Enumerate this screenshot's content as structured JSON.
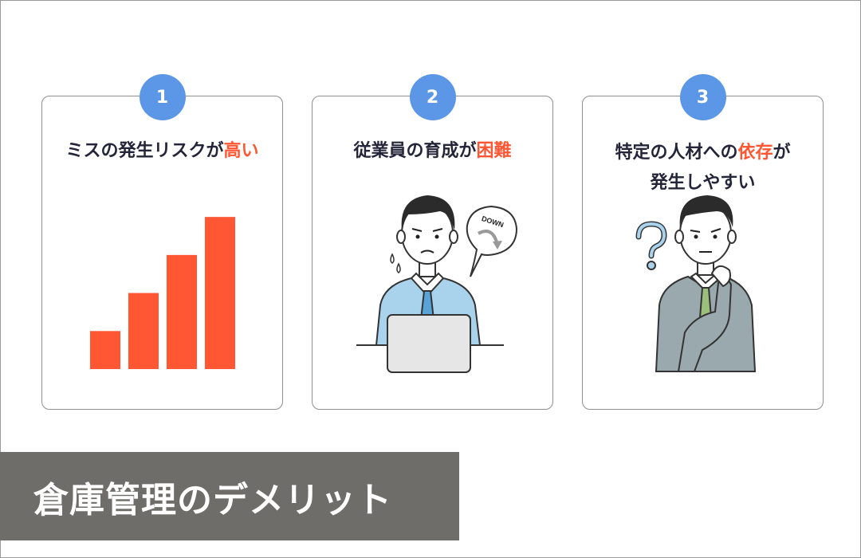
{
  "cards": [
    {
      "number": "1",
      "title_lines": [
        {
          "plain": "ミスの発生リスクが",
          "highlight": "高い"
        }
      ]
    },
    {
      "number": "2",
      "title_lines": [
        {
          "plain": "従業員の育成が",
          "highlight": "困難"
        }
      ],
      "bubble_text": "DOWN"
    },
    {
      "number": "3",
      "title_lines": [
        {
          "plain": "特定の人材への",
          "highlight": "依存",
          "suffix": "が"
        },
        {
          "plain": "発生しやすい"
        }
      ]
    }
  ],
  "chart_data": {
    "type": "bar",
    "categories": [
      "",
      "",
      "",
      ""
    ],
    "values": [
      1,
      2,
      3,
      4
    ],
    "ylim": [
      0,
      4.15
    ],
    "title": "",
    "xlabel": "",
    "ylabel": ""
  },
  "banner": {
    "text": "倉庫管理のデメリット"
  },
  "colors": {
    "accent": "#ff5733",
    "badge": "#5b97e6",
    "banner_bg": "#6f6d69",
    "title_text": "#25253a"
  }
}
